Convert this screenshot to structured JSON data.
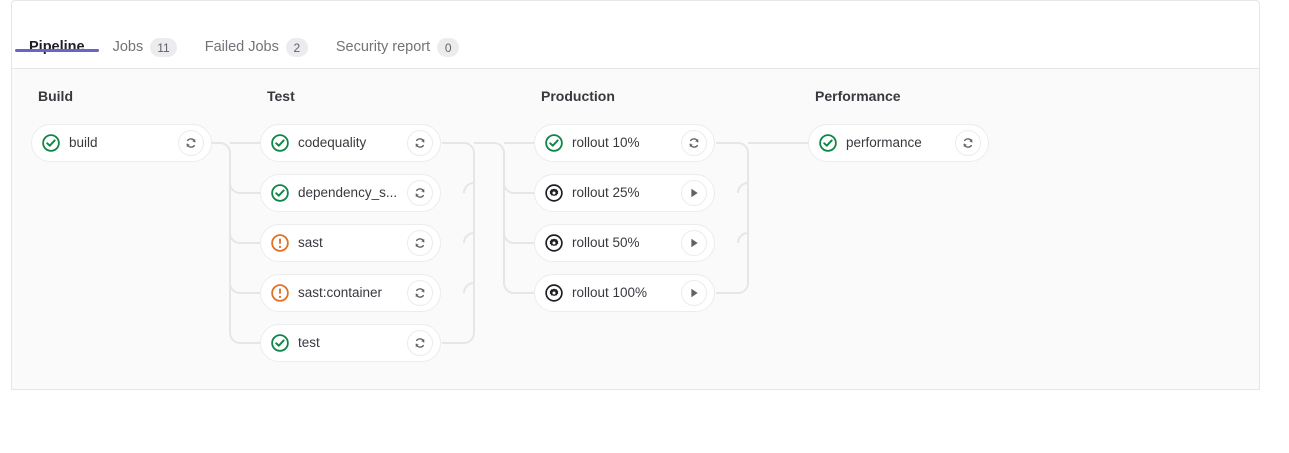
{
  "tabs": [
    {
      "label": "Pipeline",
      "badge": null,
      "active": true,
      "name": "tab-pipeline"
    },
    {
      "label": "Jobs",
      "badge": "11",
      "active": false,
      "name": "tab-jobs"
    },
    {
      "label": "Failed Jobs",
      "badge": "2",
      "active": false,
      "name": "tab-failed-jobs"
    },
    {
      "label": "Security report",
      "badge": "0",
      "active": false,
      "name": "tab-security-report"
    }
  ],
  "colors": {
    "accent": "#6666c4",
    "success": "#108548",
    "warning": "#e17223",
    "manual": "#1f1e24",
    "canvas": "#fafafa",
    "border": "#ececef"
  },
  "stages": [
    {
      "title": "Build",
      "jobs": [
        {
          "name": "build",
          "status": "success",
          "action": "retry"
        }
      ]
    },
    {
      "title": "Test",
      "jobs": [
        {
          "name": "codequality",
          "status": "success",
          "action": "retry"
        },
        {
          "name": "dependency_s...",
          "status": "success",
          "action": "retry"
        },
        {
          "name": "sast",
          "status": "warning",
          "action": "retry"
        },
        {
          "name": "sast:container",
          "status": "warning",
          "action": "retry"
        },
        {
          "name": "test",
          "status": "success",
          "action": "retry"
        }
      ]
    },
    {
      "title": "Production",
      "jobs": [
        {
          "name": "rollout 10%",
          "status": "success",
          "action": "retry"
        },
        {
          "name": "rollout 25%",
          "status": "manual",
          "action": "play"
        },
        {
          "name": "rollout 50%",
          "status": "manual",
          "action": "play"
        },
        {
          "name": "rollout 100%",
          "status": "manual",
          "action": "play"
        }
      ]
    },
    {
      "title": "Performance",
      "jobs": [
        {
          "name": "performance",
          "status": "success",
          "action": "retry"
        }
      ]
    }
  ]
}
